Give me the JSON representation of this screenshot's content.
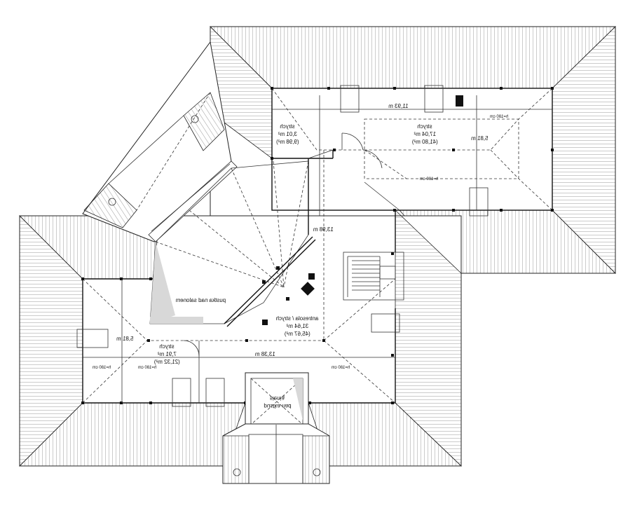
{
  "rooms": {
    "strych_small": {
      "name": "strych",
      "area": "3,01 m²",
      "area_total": "(9,98 m²)"
    },
    "strych_right": {
      "name": "strych",
      "area": "17,04 m²",
      "area_total": "(41,80 m²)"
    },
    "antresola": {
      "name": "antresola / strych",
      "area": "31,64 m²",
      "area_total": "(45,67 m²)"
    },
    "strych_left": {
      "name": "strych",
      "area": "7,91 m²",
      "area_total": "(21,32 m²)"
    }
  },
  "voids": {
    "salon": "pustka nad salonem",
    "sienia_line1": "pustka nad",
    "sienia_line2": "sienią"
  },
  "dimensions": {
    "top_width": "11,93 m",
    "main_width": "13,38 m",
    "center_height": "13,98 m",
    "right_height": "5,81 m",
    "left_height": "5,81 m",
    "h_top_right": "h=180 cm",
    "h_mid_right": "h=180 cm",
    "h_left_outer": "h=180 cm",
    "h_left_inner": "h=180 cm",
    "h_bottom_right": "h=180 cm"
  }
}
